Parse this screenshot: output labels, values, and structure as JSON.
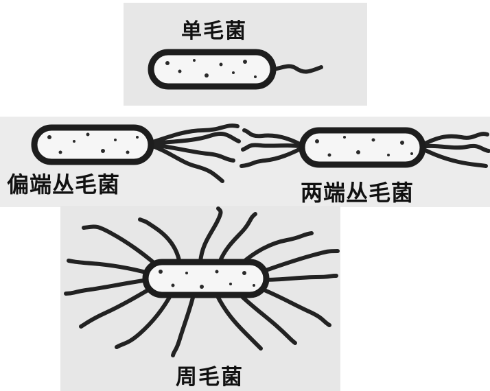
{
  "labels": {
    "monotrichous": "单毛菌",
    "lophotrichous": "偏端丛毛菌",
    "amphitrichous": "两端丛毛菌",
    "peritrichous": "周毛菌"
  }
}
